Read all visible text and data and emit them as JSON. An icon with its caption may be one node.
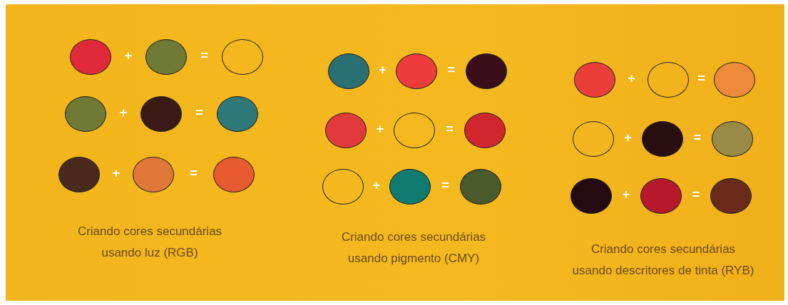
{
  "diagram": {
    "nodes": [
      {
        "text": [],
        "shape": "circle"
      },
      {
        "text": [],
        "shape": "circle"
      },
      {
        "text": [],
        "shape": "circle"
      },
      {
        "text": [],
        "shape": "circle"
      },
      {
        "text": [],
        "shape": "circle"
      },
      {
        "text": [],
        "shape": "circle"
      },
      {
        "text": [],
        "shape": "circle"
      },
      {
        "text": [],
        "shape": "circle"
      },
      {
        "text": [],
        "shape": "circle"
      },
      {
        "text": [],
        "shape": "circle"
      },
      {
        "text": [],
        "shape": "circle"
      },
      {
        "text": [],
        "shape": "circle"
      },
      {
        "text": [],
        "shape": "circle"
      },
      {
        "text": [],
        "shape": "circle"
      },
      {
        "text": [],
        "shape": "circle"
      },
      {
        "text": [],
        "shape": "circle"
      },
      {
        "text": [],
        "shape": "circle"
      },
      {
        "text": [],
        "shape": "circle"
      },
      {
        "text": [],
        "shape": "circle"
      },
      {
        "text": [],
        "shape": "circle"
      },
      {
        "text": [],
        "shape": "circle"
      },
      {
        "text": [],
        "shape": "circle"
      },
      {
        "text": [],
        "shape": "circle"
      },
      {
        "text": [],
        "shape": "circle"
      },
      {
        "text": [],
        "shape": "circle"
      },
      {
        "text": [],
        "shape": "circle"
      },
      {
        "text": [],
        "shape": "circle"
      }
    ],
    "labels": [
      "+",
      "=",
      "+",
      "=",
      "+",
      "=",
      "+",
      "=",
      "+",
      "=",
      "+",
      "=",
      "+",
      "=",
      "+",
      "=",
      "+",
      "=",
      "Criando cores secundárias usando luz (RGB)",
      "Criando cores secundárias usando pigmento (CMY)",
      "Criando cores secundárias usando descritores de tinta (RYB)"
    ]
  }
}
